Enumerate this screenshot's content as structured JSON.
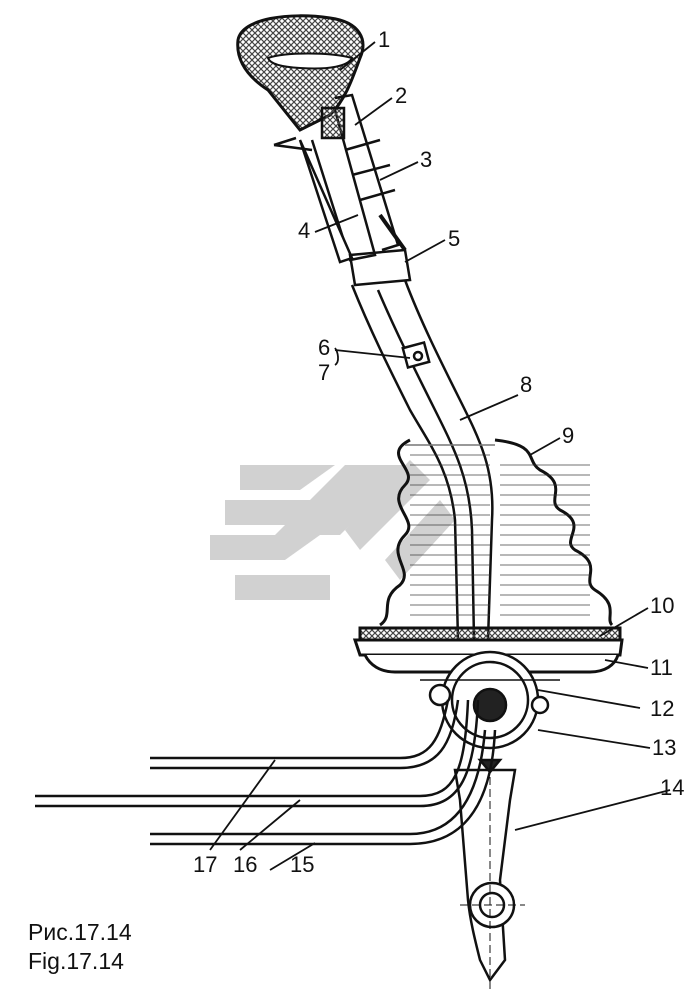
{
  "figure": {
    "caption_ru": "Рис.17.14",
    "caption_en": "Fig.17.14",
    "callouts": [
      "1",
      "2",
      "3",
      "4",
      "5",
      "6",
      "7",
      "8",
      "9",
      "10",
      "11",
      "12",
      "13",
      "14",
      "15",
      "16",
      "17"
    ]
  },
  "colors": {
    "ink": "#111111",
    "watermark": "#c9c9c9",
    "knob_hatch": "#555555"
  }
}
